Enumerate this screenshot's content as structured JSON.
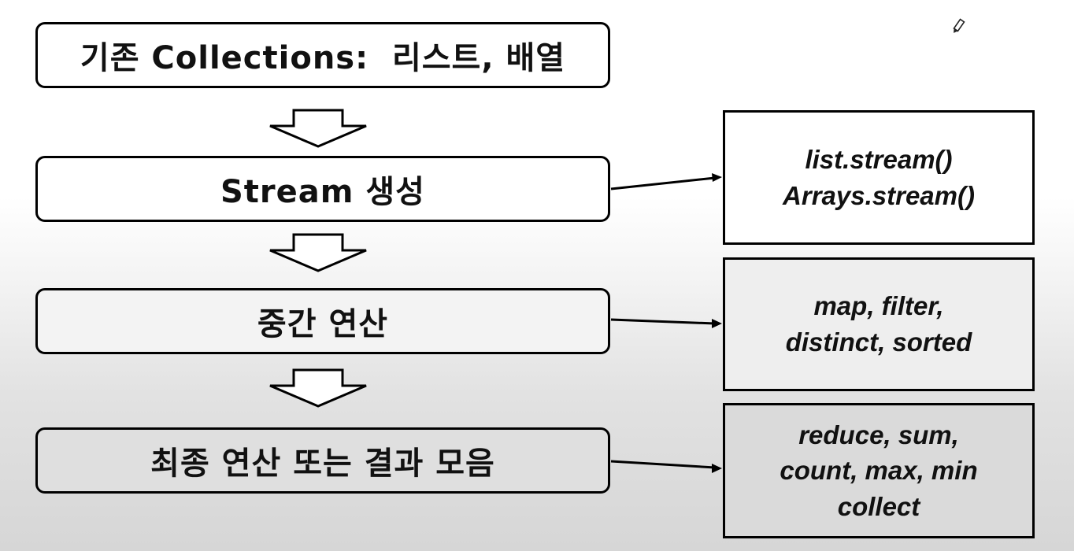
{
  "steps": {
    "source": "기존 Collections:  리스트, 배열",
    "create": "Stream 생성",
    "intermediate": "중간 연산",
    "terminal": "최종 연산 또는 결과 모음"
  },
  "notes": {
    "create": [
      "list.stream()",
      "Arrays.stream()"
    ],
    "intermediate": [
      "map, filter,",
      "distinct, sorted"
    ],
    "terminal": [
      "reduce, sum,",
      "count, max, min",
      "collect"
    ]
  },
  "icons": {
    "pen": "pencil-icon"
  }
}
